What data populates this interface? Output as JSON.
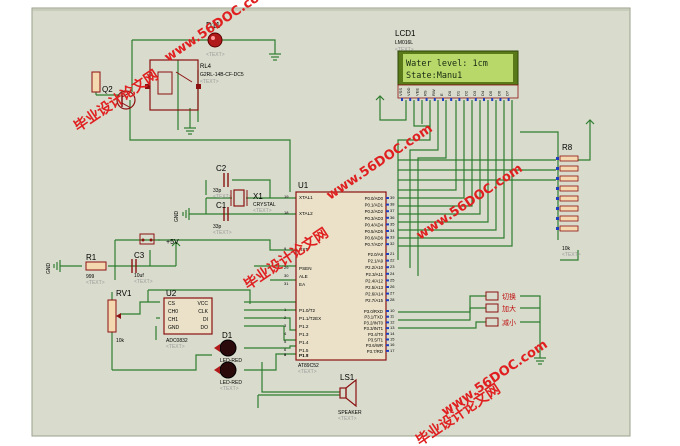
{
  "colors": {
    "sheet": "#d9dccd",
    "wire": "#2f7d2f",
    "part": "#8b1010",
    "pin": "#1f3fbf",
    "lcd_screen": "#b8d96a"
  },
  "lcd": {
    "ref": "LCD1",
    "model": "LM016L",
    "placeholder": "<TEXT>",
    "line1": "Water level: 1cm",
    "line2": "State:Manu1",
    "pins": [
      "VSS",
      "VDD",
      "VEE",
      "RS",
      "RW",
      "E",
      "D0",
      "D1",
      "D2",
      "D3",
      "D4",
      "D5",
      "D6",
      "D7"
    ]
  },
  "d11": {
    "ref": "D11",
    "placeholder": "<TEXT>"
  },
  "relay": {
    "ref": "RL4",
    "model": "G2RL-14B-CF-DC5",
    "placeholder": "<TEXT>"
  },
  "q2": {
    "ref": "Q2"
  },
  "r1": {
    "ref": "R1",
    "value": "999",
    "placeholder": "<TEXT>"
  },
  "c1": {
    "ref": "C1",
    "value": "33p",
    "placeholder": "<TEXT>"
  },
  "c2": {
    "ref": "C2",
    "value": "33p",
    "placeholder": "<TEXT>"
  },
  "c3": {
    "ref": "C3",
    "value": "10uf",
    "placeholder": "<TEXT>"
  },
  "x1": {
    "ref": "X1",
    "value": "CRYSTAL",
    "placeholder": "<TEXT>"
  },
  "rv1": {
    "ref": "RV1",
    "value": "10k",
    "placeholder": "<TEXT>"
  },
  "power": {
    "label": "+5V"
  },
  "gnd": {
    "label": "GND"
  },
  "u1": {
    "ref": "U1",
    "model": "AT89C52",
    "placeholder": "<TEXT>",
    "left": [
      "XTAL1",
      "XTAL2",
      "RST",
      "PSEN",
      "ALE",
      "EA",
      "P1.0/T2",
      "P1.1/T2EX",
      "P1.2",
      "P1.3",
      "P1.4",
      "P1.5",
      "P1.6",
      "P1.7"
    ],
    "left_nums": [
      "19",
      "18",
      "9",
      "29",
      "30",
      "31",
      "1",
      "2",
      "3",
      "4",
      "5",
      "6",
      "7",
      "8"
    ],
    "right": [
      "P0.0/AD0",
      "P0.1/AD1",
      "P0.2/AD2",
      "P0.3/AD3",
      "P0.4/AD4",
      "P0.5/AD5",
      "P0.6/AD6",
      "P0.7/AD7",
      "P2.0/A8",
      "P2.1/A9",
      "P2.2/A10",
      "P2.3/A11",
      "P2.4/A12",
      "P2.5/A13",
      "P2.6/A14",
      "P2.7/A15",
      "P3.0/RXD",
      "P3.1/TXD",
      "P3.2/INT0",
      "P3.3/INT1",
      "P3.4/T0",
      "P3.5/T1",
      "P3.6/WR",
      "P3.7/RD"
    ],
    "right_nums": [
      "39",
      "38",
      "37",
      "36",
      "35",
      "34",
      "33",
      "32",
      "21",
      "22",
      "23",
      "24",
      "25",
      "26",
      "27",
      "28",
      "10",
      "11",
      "12",
      "13",
      "14",
      "15",
      "16",
      "17"
    ]
  },
  "u2": {
    "ref": "U2",
    "model": "ADC0832",
    "placeholder": "<TEXT>",
    "left": [
      "CS",
      "CH0",
      "CH1",
      "GND"
    ],
    "right": [
      "VCC",
      "CLK",
      "DI",
      "DO"
    ]
  },
  "d1": {
    "ref": "D1",
    "model": "LED-RED"
  },
  "d2": {
    "model": "LED-RED",
    "placeholder": "<TEXT>"
  },
  "ls1": {
    "ref": "LS1",
    "model": "SPEAKER",
    "placeholder": "<TEXT>"
  },
  "r8": {
    "ref": "R8",
    "value": "10k",
    "placeholder": "<TEXT>"
  },
  "keys": [
    {
      "label": "切换"
    },
    {
      "label": "加大"
    },
    {
      "label": "减小"
    }
  ],
  "watermarks": [
    "毕业设计论文网",
    "www.56DOC.com"
  ]
}
